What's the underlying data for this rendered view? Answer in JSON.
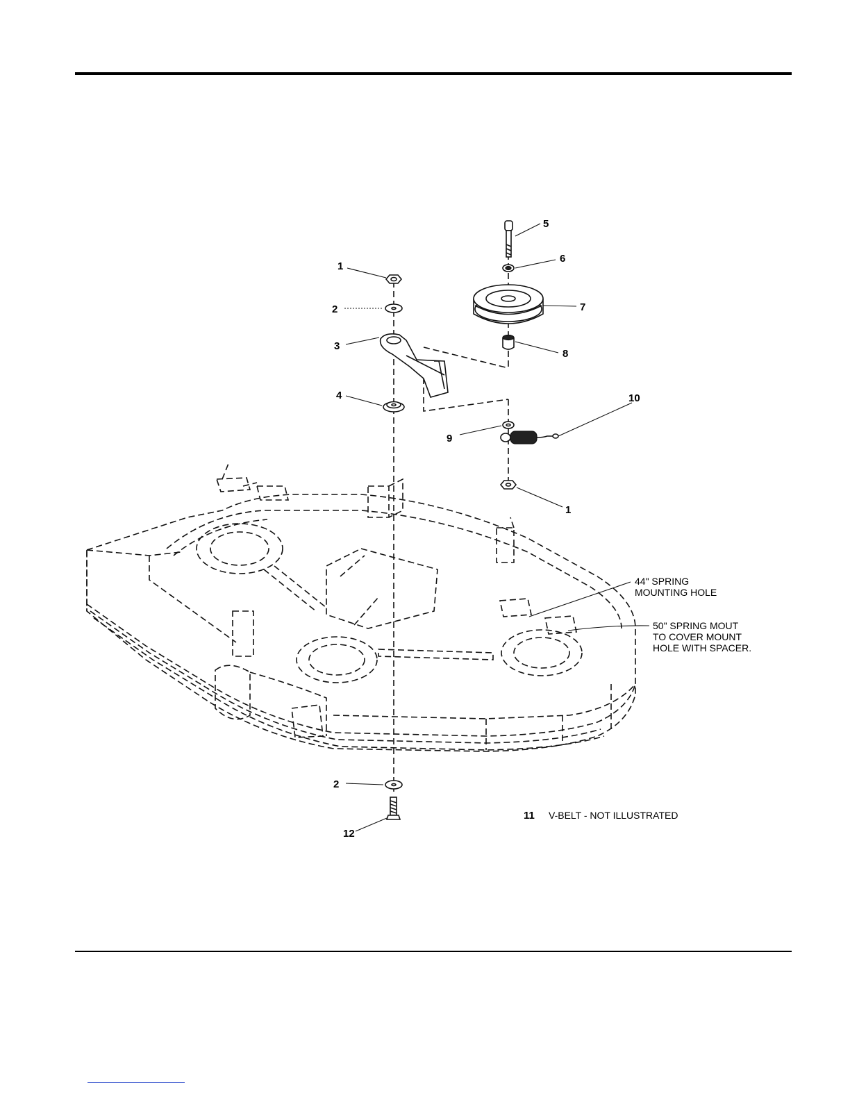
{
  "callouts": {
    "c1_top": "1",
    "c2_top": "2",
    "c3": "3",
    "c4": "4",
    "c5": "5",
    "c6": "6",
    "c7": "7",
    "c8": "8",
    "c9": "9",
    "c10": "10",
    "c1_bottom": "1",
    "c2_bottom": "2",
    "c12": "12"
  },
  "notes": {
    "spring44_line1": "44\" SPRING",
    "spring44_line2": "MOUNTING HOLE",
    "spring50_line1": "50\" SPRING MOUT",
    "spring50_line2": "TO COVER MOUNT",
    "spring50_line3": "HOLE WITH SPACER."
  },
  "legend": {
    "item_number": "11",
    "item_text": "V-BELT - NOT ILLUSTRATED"
  }
}
